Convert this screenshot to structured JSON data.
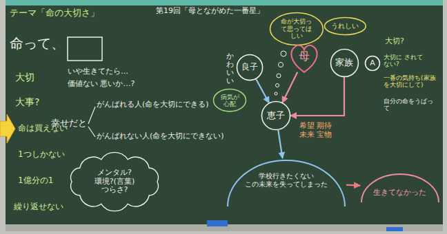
{
  "diagram": {
    "title": "テーマ「命の大切さ」",
    "nodes": [
      {
        "text": [
          "メンタル?",
          "環境?(言葉)",
          "つらさ?"
        ]
      },
      {
        "text": [
          "命が大切って思ってほしい"
        ]
      },
      {
        "text": [
          "うれしい"
        ]
      },
      {
        "text": [
          "母"
        ]
      },
      {
        "text": [
          "良子"
        ]
      },
      {
        "text": [
          "家族"
        ]
      },
      {
        "text": [
          "病気が心配"
        ]
      },
      {
        "text": [
          "恵子"
        ]
      },
      {
        "text": [
          "A"
        ]
      },
      {
        "text": [
          "学校行きたくない",
          "この未来を失ってしまった"
        ]
      },
      {
        "text": [
          "生きてなかった"
        ]
      }
    ],
    "edges": [
      {
        "from": 4,
        "to": 7,
        "arrow": "to"
      },
      {
        "from": 3,
        "to": 7,
        "arrow": "to"
      },
      {
        "from": 5,
        "to": 7,
        "label": "希望 期待 未来 宝物",
        "arrow": "to"
      },
      {
        "from": 7,
        "to": 9,
        "arrow": "to"
      },
      {
        "from": 9,
        "to": 10,
        "arrow": "to"
      }
    ],
    "labels": [
      "命って、",
      "大切",
      "いや生きてたら…",
      "価値ない 悪いか…?",
      "大事?",
      "命は買えない",
      "1つしかない",
      "1億分の1",
      "繰り返せない",
      "幸せだと",
      "がんばれる人(命を大切にできる)",
      "がんばれない人(命を大切にできない)",
      "第19回「母とながめた一番星」",
      "かわいい",
      "大切?",
      "大切に されてない?",
      "一番の気持ち(家族を大切にして)",
      "自分の命をうばって"
    ]
  }
}
